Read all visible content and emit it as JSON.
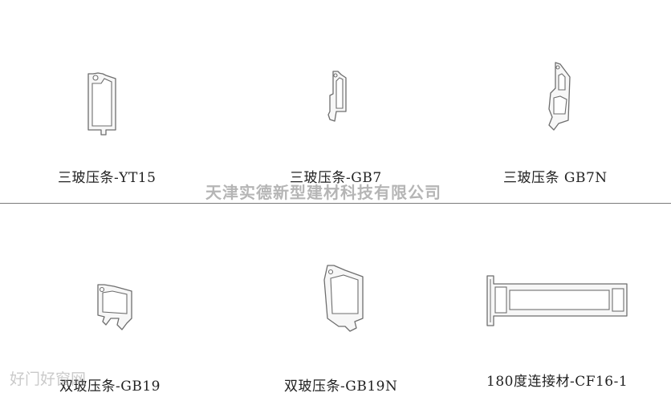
{
  "watermarks": {
    "company": "天津实德新型建材科技有限公司",
    "site": "好门好窗网"
  },
  "products": [
    {
      "caption": "三玻压条-YT15"
    },
    {
      "caption": "三玻压条-GB7"
    },
    {
      "caption": "三玻压条 GB7N"
    },
    {
      "caption": "双玻压条-GB19"
    },
    {
      "caption": "双玻压条-GB19N"
    },
    {
      "caption": "180度连接材-CF16-1"
    }
  ],
  "colors": {
    "outline": "#6e6e6e",
    "divider": "#7a7a7a",
    "watermark": "#787878"
  }
}
